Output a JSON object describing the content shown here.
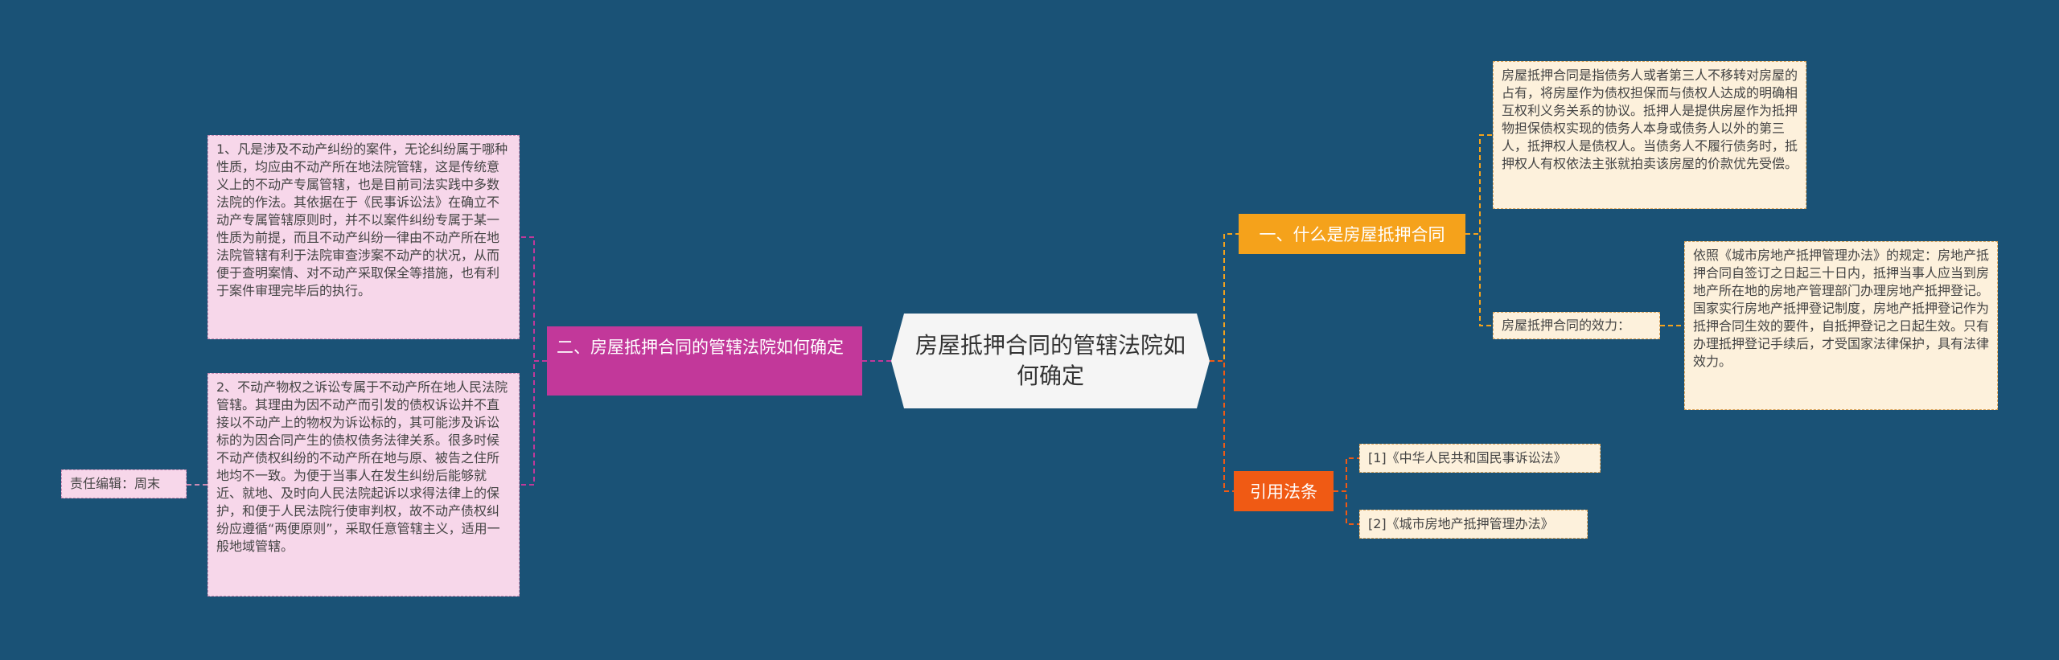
{
  "root": {
    "title": "房屋抵押合同的管辖法院如何确定"
  },
  "right": {
    "branch1": {
      "label": "一、什么是房屋抵押合同",
      "definition": "房屋抵押合同是指债务人或者第三人不移转对房屋的占有，将房屋作为债权担保而与债权人达成的明确相互权利义务关系的协议。抵押人是提供房屋作为抵押物担保债权实现的债务人本身或债务人以外的第三人，抵押权人是债权人。当债务人不履行债务时，抵押权人有权依法主张就拍卖该房屋的价款优先受偿。",
      "effect_label": "房屋抵押合同的效力：",
      "effect_text": "依照《城市房地产抵押管理办法》的规定：房地产抵押合同自签订之日起三十日内，抵押当事人应当到房地产所在地的房地产管理部门办理房地产抵押登记。国家实行房地产抵押登记制度，房地产抵押登记作为抵押合同生效的要件，自抵押登记之日起生效。只有办理抵押登记手续后，才受国家法律保护，具有法律效力。"
    },
    "branch2": {
      "label": "引用法条",
      "law1": "[1]《中华人民共和国民事诉讼法》",
      "law2": "[2]《城市房地产抵押管理办法》"
    }
  },
  "left": {
    "branch": {
      "label": "二、房屋抵押合同的管辖法院如何确定",
      "point1": "1、凡是涉及不动产纠纷的案件，无论纠纷属于哪种性质，均应由不动产所在地法院管辖，这是传统意义上的不动产专属管辖，也是目前司法实践中多数法院的作法。其依据在于《民事诉讼法》在确立不动产专属管辖原则时，并不以案件纠纷专属于某一性质为前提，而且不动产纠纷一律由不动产所在地法院管辖有利于法院审查涉案不动产的状况，从而便于查明案情、对不动产采取保全等措施，也有利于案件审理完毕后的执行。",
      "point2": "2、不动产物权之诉讼专属于不动产所在地人民法院管辖。其理由为因不动产而引发的债权诉讼并不直接以不动产上的物权为诉讼标的，其可能涉及诉讼标的为因合同产生的债权债务法律关系。很多时候不动产债权纠纷的不动产所在地与原、被告之住所地均不一致。为便于当事人在发生纠纷后能够就近、就地、及时向人民法院起诉以求得法律上的保护，和便于人民法院行使审判权，故不动产债权纠纷应遵循“两便原则”，采取任意管辖主义，适用一般地域管辖。",
      "editor": "责任编辑：周末"
    }
  },
  "colors": {
    "background": "#1a5276",
    "orange": "#f5a21b",
    "red": "#f05a14",
    "magenta": "#c2389a",
    "note_fill": "#fdf1dc",
    "pink_fill": "#f7d7ea"
  }
}
